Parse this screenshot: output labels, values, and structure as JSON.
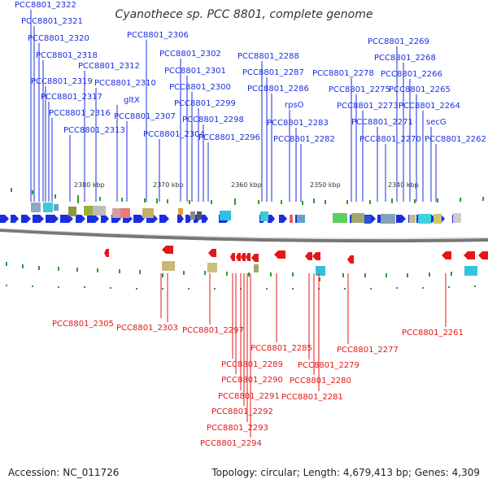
{
  "title": "Cyanothece sp. PCC 8801, complete genome",
  "footer": {
    "accession": "Accession: NC_011726",
    "summary": "Topology: circular; Length: 4,679,413 bp; Genes: 4,309"
  },
  "colors": {
    "forward": "#1a2ee0",
    "reverse": "#e61616",
    "backbone": "#888888",
    "tick": "#2e9a2e"
  },
  "scale_ticks": [
    {
      "label": "2380 kbp",
      "tick_at": 96
    },
    {
      "label": "2370 kbp",
      "tick_at": 193
    },
    {
      "label": "2360 kbp",
      "tick_at": 289
    },
    {
      "label": "2350 kbp",
      "tick_at": 386
    },
    {
      "label": "2340 kbp",
      "tick_at": 482
    }
  ],
  "forward_labels": [
    {
      "name": "PCC8801_2322"
    },
    {
      "name": "PCC8801_2321"
    },
    {
      "name": "PCC8801_2320"
    },
    {
      "name": "PCC8801_2318"
    },
    {
      "name": "PCC8801_2319"
    },
    {
      "name": "PCC8801_2317"
    },
    {
      "name": "PCC8801_2316"
    },
    {
      "name": "PCC8801_2313"
    },
    {
      "name": "PCC8801_2312"
    },
    {
      "name": "PCC8801_2310"
    },
    {
      "name": "gltX"
    },
    {
      "name": "PCC8801_2307"
    },
    {
      "name": "PCC8801_2306"
    },
    {
      "name": "PCC8801_2304"
    },
    {
      "name": "PCC8801_2302"
    },
    {
      "name": "PCC8801_2301"
    },
    {
      "name": "PCC8801_2300"
    },
    {
      "name": "PCC8801_2299"
    },
    {
      "name": "PCC8801_2298"
    },
    {
      "name": "PCC8801_2296"
    },
    {
      "name": "PCC8801_2288"
    },
    {
      "name": "PCC8801_2287"
    },
    {
      "name": "PCC8801_2286"
    },
    {
      "name": "rpsO"
    },
    {
      "name": "PCC8801_2283"
    },
    {
      "name": "PCC8801_2282"
    },
    {
      "name": "PCC8801_2278"
    },
    {
      "name": "PCC8801_2275"
    },
    {
      "name": "PCC8801_2273"
    },
    {
      "name": "PCC8801_2271"
    },
    {
      "name": "PCC8801_2270"
    },
    {
      "name": "PCC8801_2269"
    },
    {
      "name": "PCC8801_2268"
    },
    {
      "name": "PCC8801_2266"
    },
    {
      "name": "PCC8801_2265"
    },
    {
      "name": "PCC8801_2264"
    },
    {
      "name": "secG"
    },
    {
      "name": "PCC8801_2262"
    }
  ],
  "reverse_labels": [
    {
      "name": "PCC8801_2305"
    },
    {
      "name": "PCC8801_2303"
    },
    {
      "name": "PCC8801_2297"
    },
    {
      "name": "PCC8801_2285"
    },
    {
      "name": "PCC8801_2289"
    },
    {
      "name": "PCC8801_2290"
    },
    {
      "name": "PCC8801_2291"
    },
    {
      "name": "PCC8801_2292"
    },
    {
      "name": "PCC8801_2293"
    },
    {
      "name": "PCC8801_2294"
    },
    {
      "name": "PCC8801_2279"
    },
    {
      "name": "PCC8801_2280"
    },
    {
      "name": "PCC8801_2281"
    },
    {
      "name": "PCC8801_2277"
    },
    {
      "name": "PCC8801_2261"
    }
  ]
}
